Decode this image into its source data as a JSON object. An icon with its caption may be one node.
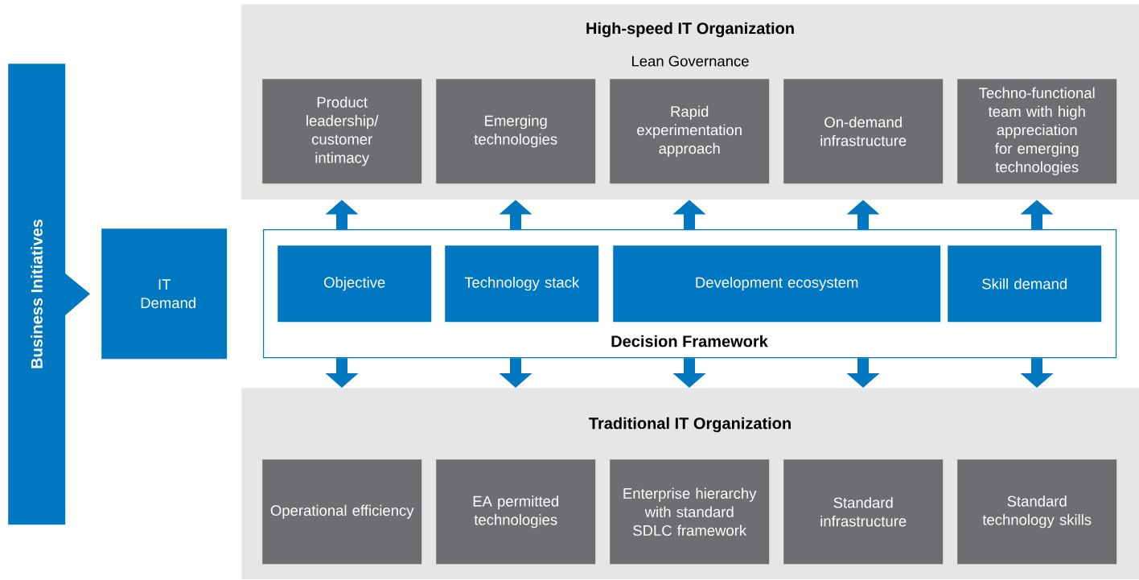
{
  "diagram": {
    "nodes": [
      {
        "text": [
          "Business Initiatives"
        ]
      },
      {
        "text": [
          "IT Demand"
        ]
      },
      {
        "text": [
          "High-speed IT Organization",
          "Lean Governance"
        ]
      },
      {
        "text": [
          "Product leadership/ customer intimacy"
        ],
        "in": 2
      },
      {
        "text": [
          "Emerging technologies"
        ],
        "in": 2
      },
      {
        "text": [
          "Rapid experimentation approach"
        ],
        "in": 2
      },
      {
        "text": [
          "On-demand infrastructure"
        ],
        "in": 2
      },
      {
        "text": [
          "Techno-functional team with high appreciation for emerging technologies"
        ],
        "in": 2
      },
      {
        "text": [
          "Decision Framework"
        ]
      },
      {
        "text": [
          "Objective"
        ],
        "in": 8
      },
      {
        "text": [
          "Technology stack"
        ],
        "in": 8
      },
      {
        "text": [
          "Development ecosystem"
        ],
        "in": 8
      },
      {
        "text": [
          "Skill demand"
        ],
        "in": 8
      },
      {
        "text": [
          "Traditional IT Organization"
        ]
      },
      {
        "text": [
          "Operational efficiency"
        ],
        "in": 13
      },
      {
        "text": [
          "EA permitted technologies"
        ],
        "in": 13
      },
      {
        "text": [
          "Enterprise hierarchy with standard SDLC framework"
        ],
        "in": 13
      },
      {
        "text": [
          "Standard infrastructure"
        ],
        "in": 13
      },
      {
        "text": [
          "Standard technology skills"
        ],
        "in": 13
      }
    ],
    "edges": [
      {
        "from": 0,
        "to": 1,
        "arrow": "to"
      },
      {
        "from": 8,
        "to": 2,
        "arrow": "to"
      },
      {
        "from": 8,
        "to": 2,
        "arrow": "to"
      },
      {
        "from": 8,
        "to": 2,
        "arrow": "to"
      },
      {
        "from": 8,
        "to": 2,
        "arrow": "to"
      },
      {
        "from": 8,
        "to": 2,
        "arrow": "to"
      },
      {
        "from": 8,
        "to": 13,
        "arrow": "to"
      },
      {
        "from": 8,
        "to": 13,
        "arrow": "to"
      },
      {
        "from": 8,
        "to": 13,
        "arrow": "to"
      },
      {
        "from": 8,
        "to": 13,
        "arrow": "to"
      },
      {
        "from": 8,
        "to": 13,
        "arrow": "to"
      }
    ]
  }
}
